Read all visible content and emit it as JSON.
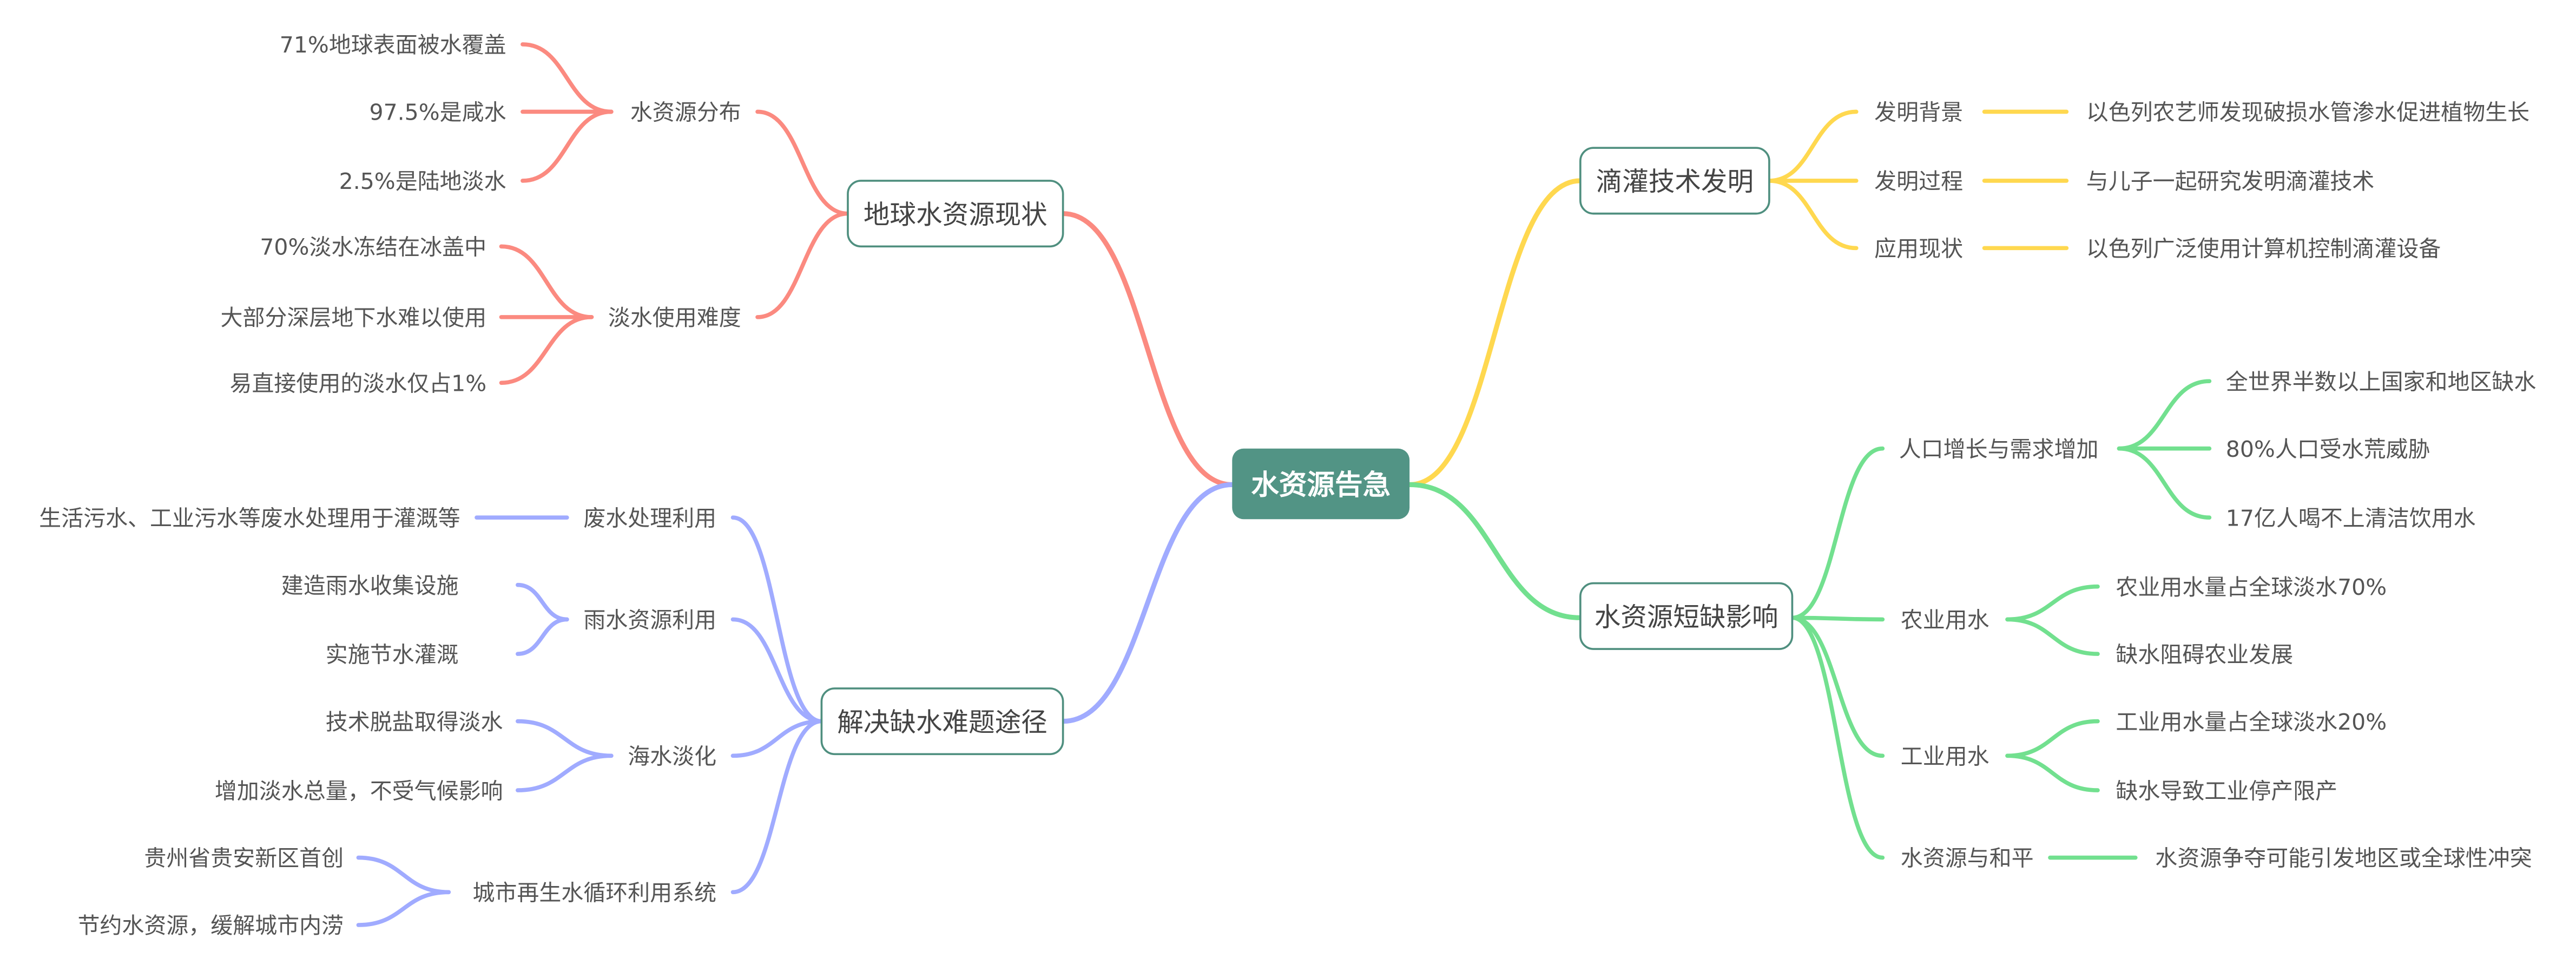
{
  "root": "水资源告急",
  "colors": {
    "red": "#fb8a80",
    "yellow": "#ffd84f",
    "blue": "#a0abff",
    "green": "#72e08f",
    "root": "#529485"
  },
  "left_top": {
    "title": "地球水资源现状",
    "groups": [
      {
        "label": "水资源分布",
        "items": [
          "71%地球表面被水覆盖",
          "97.5%是咸水",
          "2.5%是陆地淡水"
        ]
      },
      {
        "label": "淡水使用难度",
        "items": [
          "70%淡水冻结在冰盖中",
          "大部分深层地下水难以使用",
          "易直接使用的淡水仅占1%"
        ]
      }
    ]
  },
  "left_bottom": {
    "title": "解决缺水难题途径",
    "groups": [
      {
        "label": "废水处理利用",
        "items": [
          "生活污水、工业污水等废水处理用于灌溉等"
        ]
      },
      {
        "label": "雨水资源利用",
        "items": [
          "建造雨水收集设施",
          "实施节水灌溉"
        ]
      },
      {
        "label": "海水淡化",
        "items": [
          "技术脱盐取得淡水",
          "增加淡水总量，不受气候影响"
        ]
      },
      {
        "label": "城市再生水循环利用系统",
        "items": [
          "贵州省贵安新区首创",
          "节约水资源，缓解城市内涝"
        ]
      }
    ]
  },
  "right_top": {
    "title": "滴灌技术发明",
    "groups": [
      {
        "label": "发明背景",
        "items": [
          "以色列农艺师发现破损水管渗水促进植物生长"
        ]
      },
      {
        "label": "发明过程",
        "items": [
          "与儿子一起研究发明滴灌技术"
        ]
      },
      {
        "label": "应用现状",
        "items": [
          "以色列广泛使用计算机控制滴灌设备"
        ]
      }
    ]
  },
  "right_bottom": {
    "title": "水资源短缺影响",
    "groups": [
      {
        "label": "人口增长与需求增加",
        "items": [
          "全世界半数以上国家和地区缺水",
          "80%人口受水荒威胁",
          "17亿人喝不上清洁饮用水"
        ]
      },
      {
        "label": "农业用水",
        "items": [
          "农业用水量占全球淡水70%",
          "缺水阻碍农业发展"
        ]
      },
      {
        "label": "工业用水",
        "items": [
          "工业用水量占全球淡水20%",
          "缺水导致工业停产限产"
        ]
      },
      {
        "label": "水资源与和平",
        "items": [
          "水资源争夺可能引发地区或全球性冲突"
        ]
      }
    ]
  }
}
